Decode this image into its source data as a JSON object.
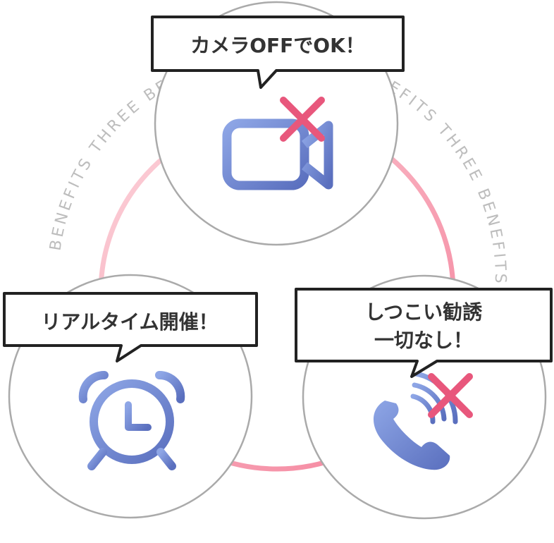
{
  "ring_text": "BENEFITS THREE BENEFITS BE THREE BENEFITS THREE BENEFITS THREE",
  "benefits": [
    {
      "lines": [
        "カメラOFFでOK！"
      ],
      "icon": "video-camera-icon",
      "crossed": true
    },
    {
      "lines": [
        "リアルタイム開催！"
      ],
      "icon": "alarm-clock-icon",
      "crossed": false
    },
    {
      "lines": [
        "しつこい勧誘",
        "一切なし！"
      ],
      "icon": "phone-icon",
      "crossed": true
    }
  ],
  "colors": {
    "icon_gradient_start": "#8ea6e6",
    "icon_gradient_end": "#5a6fbe",
    "cross": "#e8577c",
    "triangle_light": "#f9c6d0",
    "triangle_strong": "#f48aa2",
    "circle_stroke": "#aaaaaa",
    "bubble_stroke": "#222222"
  }
}
